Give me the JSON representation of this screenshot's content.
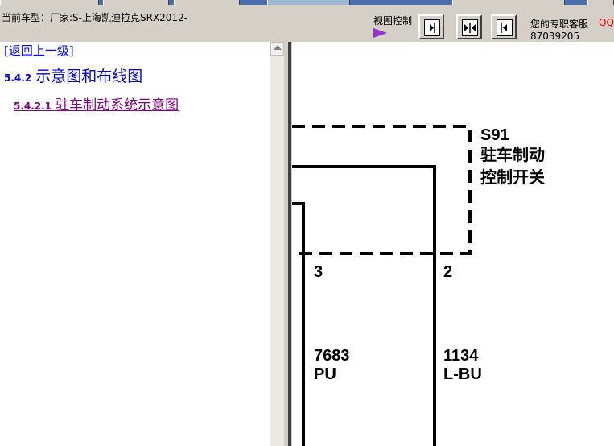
{
  "header": {
    "current_model": "当前车型：厂家:S-上海凯迪拉克SRX2012-",
    "view_control_label": "视图控制",
    "service_label": "您的专职客服",
    "qq_label": "QQ",
    "phone": "87039205",
    "view_buttons": [
      {
        "name": "view-left-button",
        "icon": "play-right-icon"
      },
      {
        "name": "view-center-button",
        "icon": "split-arrows-icon"
      },
      {
        "name": "view-right-button",
        "icon": "play-left-icon"
      }
    ]
  },
  "nav": {
    "back_link": "[返回上一级]",
    "section_number": "5.4.2",
    "section_title": "示意图和布线图",
    "subsection_number": "5.4.2.1",
    "subsection_title": "驻车制动系统示意图"
  },
  "diagram": {
    "component_id": "S91",
    "component_name_line1": "驻车制动",
    "component_name_line2": "控制开关",
    "pins": [
      {
        "pin": "3",
        "circuit": "7683",
        "color": "PU"
      },
      {
        "pin": "2",
        "circuit": "1134",
        "color": "L-BU"
      }
    ]
  }
}
